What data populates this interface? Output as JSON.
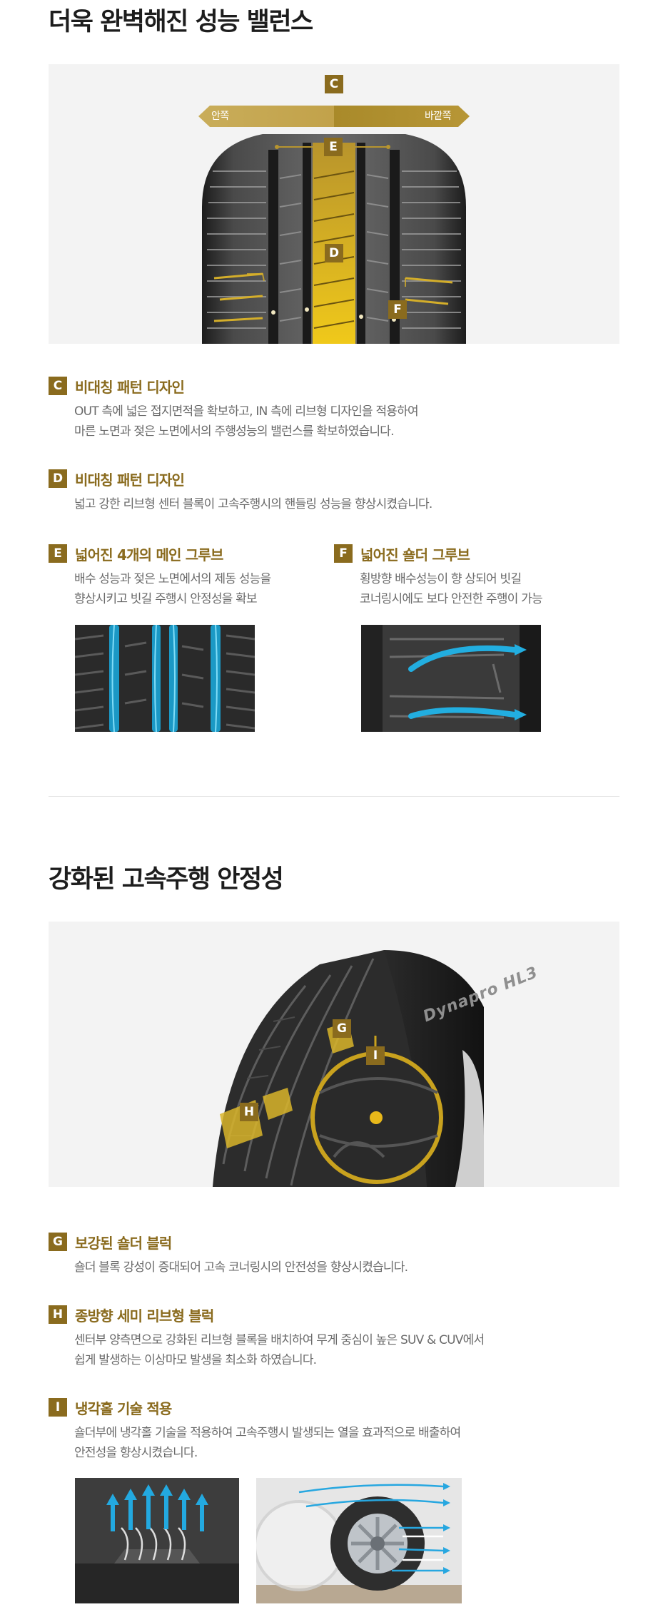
{
  "section1": {
    "title": "더욱 완벽해진 성능 밸런스",
    "diagram": {
      "label_c": "C",
      "label_e": "E",
      "label_d": "D",
      "label_f": "F",
      "inside_label": "안쪽",
      "outside_label": "바깥쪽"
    },
    "features": [
      {
        "badge": "C",
        "title": "비대칭 패턴 디자인",
        "lines": [
          "OUT 측에 넓은 접지면적을 확보하고, IN 측에 리브형 디자인을 적용하여",
          "마른 노면과 젖은 노면에서의 주행성능의 밸런스를 확보하였습니다."
        ]
      },
      {
        "badge": "D",
        "title": "비대칭 패턴 디자인",
        "lines": [
          "넓고 강한 리브형 센터 블록이 고속주행시의 핸들링 성능을 향상시켰습니다."
        ]
      },
      {
        "badge": "E",
        "title": "넓어진 4개의 메인 그루브",
        "lines": [
          "배수 성능과 젖은 노면에서의 제동 성능을",
          "향상시키고 빗길 주행시 안정성을 확보"
        ]
      },
      {
        "badge": "F",
        "title": "넓어진 숄더 그루브",
        "lines": [
          "횡방향 배수성능이 향 상되어 빗길",
          "코너링시에도 보다 안전한 주행이 가능"
        ]
      }
    ]
  },
  "section2": {
    "title": "강화된 고속주행 안정성",
    "diagram": {
      "label_g": "G",
      "label_h": "H",
      "label_i": "I",
      "sidewall_text": "Dynapro HL3"
    },
    "features": [
      {
        "badge": "G",
        "title": "보강된 숄더 블럭",
        "lines": [
          "숄더 블록 강성이 증대되어 고속 코너링시의 안전성을 향상시켰습니다."
        ]
      },
      {
        "badge": "H",
        "title": "종방향 세미 리브형 블럭",
        "lines": [
          "센터부 양측면으로 강화된 리브형 블록을 배치하여 무게 중심이 높은 SUV & CUV에서",
          "쉽게 발생하는 이상마모 발생을 최소화 하였습니다."
        ]
      },
      {
        "badge": "I",
        "title": "냉각홀 기술 적용",
        "lines": [
          "숄더부에 냉각홀 기술을 적용하여 고속주행시 발생되는 열을 효과적으로 배출하여",
          "안전성을 향상시켰습니다."
        ]
      }
    ]
  },
  "colors": {
    "gold": "#8a6b1e",
    "gold_light": "#c7a94a",
    "water_blue": "#2bb5e0"
  }
}
